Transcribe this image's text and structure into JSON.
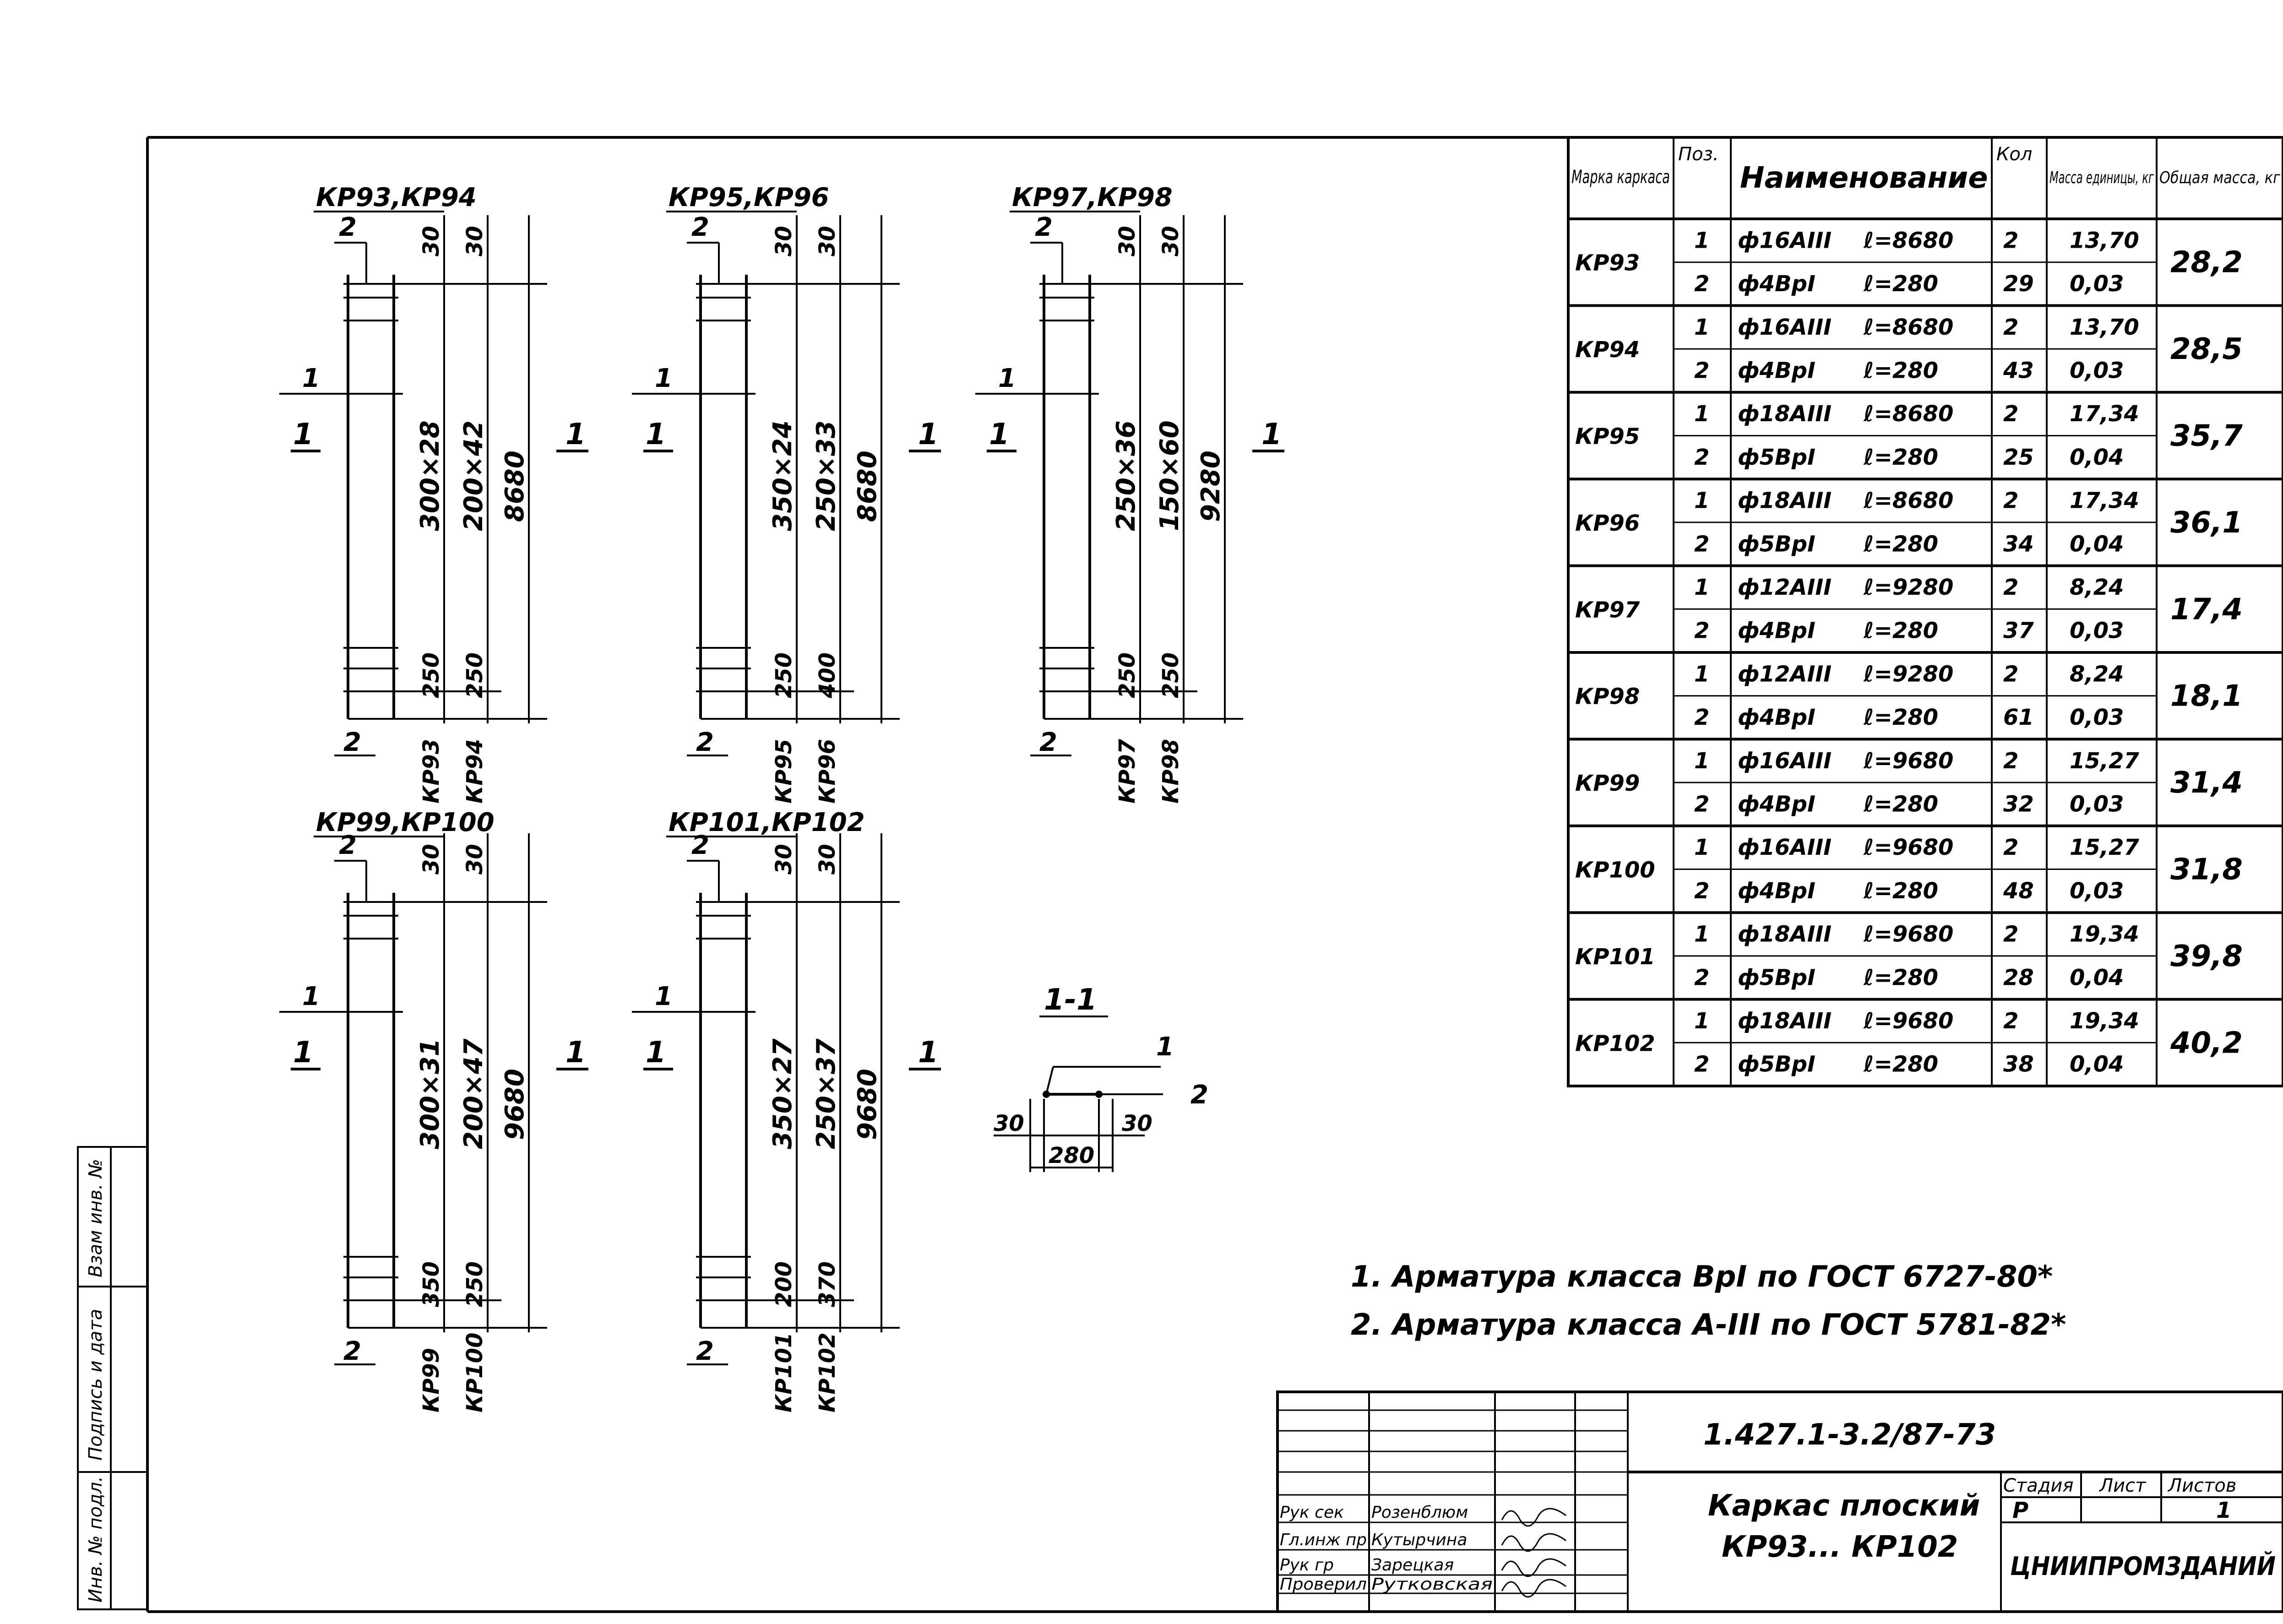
{
  "table": {
    "headers": {
      "mark": "Марка каркаса",
      "pos": "Поз.",
      "name": "Наименование",
      "qty": "Кол",
      "unit_mass": "Масса единицы, кг",
      "total_mass": "Общая масса, кг"
    },
    "rows": [
      {
        "mark": "КР93",
        "total": "28,2",
        "items": [
          {
            "pos": "1",
            "name": "ф16АIII",
            "len": "ℓ=8680",
            "qty": "2",
            "mass": "13,70"
          },
          {
            "pos": "2",
            "name": "ф4ВрI",
            "len": "ℓ=280",
            "qty": "29",
            "mass": "0,03"
          }
        ]
      },
      {
        "mark": "КР94",
        "total": "28,5",
        "items": [
          {
            "pos": "1",
            "name": "ф16АIII",
            "len": "ℓ=8680",
            "qty": "2",
            "mass": "13,70"
          },
          {
            "pos": "2",
            "name": "ф4ВрI",
            "len": "ℓ=280",
            "qty": "43",
            "mass": "0,03"
          }
        ]
      },
      {
        "mark": "КР95",
        "total": "35,7",
        "items": [
          {
            "pos": "1",
            "name": "ф18АIII",
            "len": "ℓ=8680",
            "qty": "2",
            "mass": "17,34"
          },
          {
            "pos": "2",
            "name": "ф5ВрI",
            "len": "ℓ=280",
            "qty": "25",
            "mass": "0,04"
          }
        ]
      },
      {
        "mark": "КР96",
        "total": "36,1",
        "items": [
          {
            "pos": "1",
            "name": "ф18АIII",
            "len": "ℓ=8680",
            "qty": "2",
            "mass": "17,34"
          },
          {
            "pos": "2",
            "name": "ф5ВрI",
            "len": "ℓ=280",
            "qty": "34",
            "mass": "0,04"
          }
        ]
      },
      {
        "mark": "КР97",
        "total": "17,4",
        "items": [
          {
            "pos": "1",
            "name": "ф12АIII",
            "len": "ℓ=9280",
            "qty": "2",
            "mass": "8,24"
          },
          {
            "pos": "2",
            "name": "ф4ВрI",
            "len": "ℓ=280",
            "qty": "37",
            "mass": "0,03"
          }
        ]
      },
      {
        "mark": "КР98",
        "total": "18,1",
        "items": [
          {
            "pos": "1",
            "name": "ф12АIII",
            "len": "ℓ=9280",
            "qty": "2",
            "mass": "8,24"
          },
          {
            "pos": "2",
            "name": "ф4ВрI",
            "len": "ℓ=280",
            "qty": "61",
            "mass": "0,03"
          }
        ]
      },
      {
        "mark": "КР99",
        "total": "31,4",
        "items": [
          {
            "pos": "1",
            "name": "ф16АIII",
            "len": "ℓ=9680",
            "qty": "2",
            "mass": "15,27"
          },
          {
            "pos": "2",
            "name": "ф4ВрI",
            "len": "ℓ=280",
            "qty": "32",
            "mass": "0,03"
          }
        ]
      },
      {
        "mark": "КР100",
        "total": "31,8",
        "items": [
          {
            "pos": "1",
            "name": "ф16АIII",
            "len": "ℓ=9680",
            "qty": "2",
            "mass": "15,27"
          },
          {
            "pos": "2",
            "name": "ф4ВрI",
            "len": "ℓ=280",
            "qty": "48",
            "mass": "0,03"
          }
        ]
      },
      {
        "mark": "КР101",
        "total": "39,8",
        "items": [
          {
            "pos": "1",
            "name": "ф18АIII",
            "len": "ℓ=9680",
            "qty": "2",
            "mass": "19,34"
          },
          {
            "pos": "2",
            "name": "ф5ВрI",
            "len": "ℓ=280",
            "qty": "28",
            "mass": "0,04"
          }
        ]
      },
      {
        "mark": "КР102",
        "total": "40,2",
        "items": [
          {
            "pos": "1",
            "name": "ф18АIII",
            "len": "ℓ=9680",
            "qty": "2",
            "mass": "19,34"
          },
          {
            "pos": "2",
            "name": "ф5ВрI",
            "len": "ℓ=280",
            "qty": "38",
            "mass": "0,04"
          }
        ]
      }
    ]
  },
  "frames": [
    {
      "title": "КР93,КР94",
      "pos_top": "2",
      "pos_mid": "1",
      "section": "1",
      "pos_bottom": "2",
      "top_a": "30",
      "top_b": "30",
      "dim_a": "300×28",
      "dim_b": "200×42",
      "dim_total": "8680",
      "bot_a": "250",
      "bot_b": "250",
      "mark_a": "КР93",
      "mark_b": "КР94"
    },
    {
      "title": "КР95,КР96",
      "pos_top": "2",
      "pos_mid": "1",
      "section": "1",
      "pos_bottom": "2",
      "top_a": "30",
      "top_b": "30",
      "dim_a": "350×24",
      "dim_b": "250×33",
      "dim_total": "8680",
      "bot_a": "250",
      "bot_b": "400",
      "mark_a": "КР95",
      "mark_b": "КР96"
    },
    {
      "title": "КР97,КР98",
      "pos_top": "2",
      "pos_mid": "1",
      "section": "1",
      "pos_bottom": "2",
      "top_a": "30",
      "top_b": "30",
      "dim_a": "250×36",
      "dim_b": "150×60",
      "dim_total": "9280",
      "bot_a": "250",
      "bot_b": "250",
      "mark_a": "КР97",
      "mark_b": "КР98"
    },
    {
      "title": "КР99,КР100",
      "pos_top": "2",
      "pos_mid": "1",
      "section": "1",
      "pos_bottom": "2",
      "top_a": "30",
      "top_b": "30",
      "dim_a": "300×31",
      "dim_b": "200×47",
      "dim_total": "9680",
      "bot_a": "350",
      "bot_b": "250",
      "mark_a": "КР99",
      "mark_b": "КР100"
    },
    {
      "title": "КР101,КР102",
      "pos_top": "2",
      "pos_mid": "1",
      "section": "1",
      "pos_bottom": "2",
      "top_a": "30",
      "top_b": "30",
      "dim_a": "350×27",
      "dim_b": "250×37",
      "dim_total": "9680",
      "bot_a": "200",
      "bot_b": "370",
      "mark_a": "КР101",
      "mark_b": "КР102"
    }
  ],
  "section_view": {
    "title": "1-1",
    "pos1": "1",
    "pos2": "2",
    "left": "30",
    "width": "280",
    "right": "30"
  },
  "notes": [
    "1. Арматура класса ВрI по ГОСТ 6727-80*",
    "2. Арматура класса А-III по ГОСТ 5781-82*"
  ],
  "stamp": {
    "code": "1.427.1-3.2/87-73",
    "title_line1": "Каркас плоский",
    "title_line2": "КР93... КР102",
    "stage_label": "Стадия",
    "sheet_label": "Лист",
    "sheets_label": "Листов",
    "stage": "Р",
    "sheets": "1",
    "org": "ЦНИИПРОМЗДАНИЙ",
    "people": [
      {
        "role": "Рук сек",
        "name": "Розенблюм"
      },
      {
        "role": "Гл.инж пр",
        "name": "Кутырчина"
      },
      {
        "role": "Рук гр",
        "name": "Зарецкая"
      },
      {
        "role": "Проверил",
        "name": "Рутковская"
      }
    ]
  },
  "side_stamp": [
    "Инв. № подл.",
    "Подпись и дата",
    "Взам инв. №"
  ]
}
